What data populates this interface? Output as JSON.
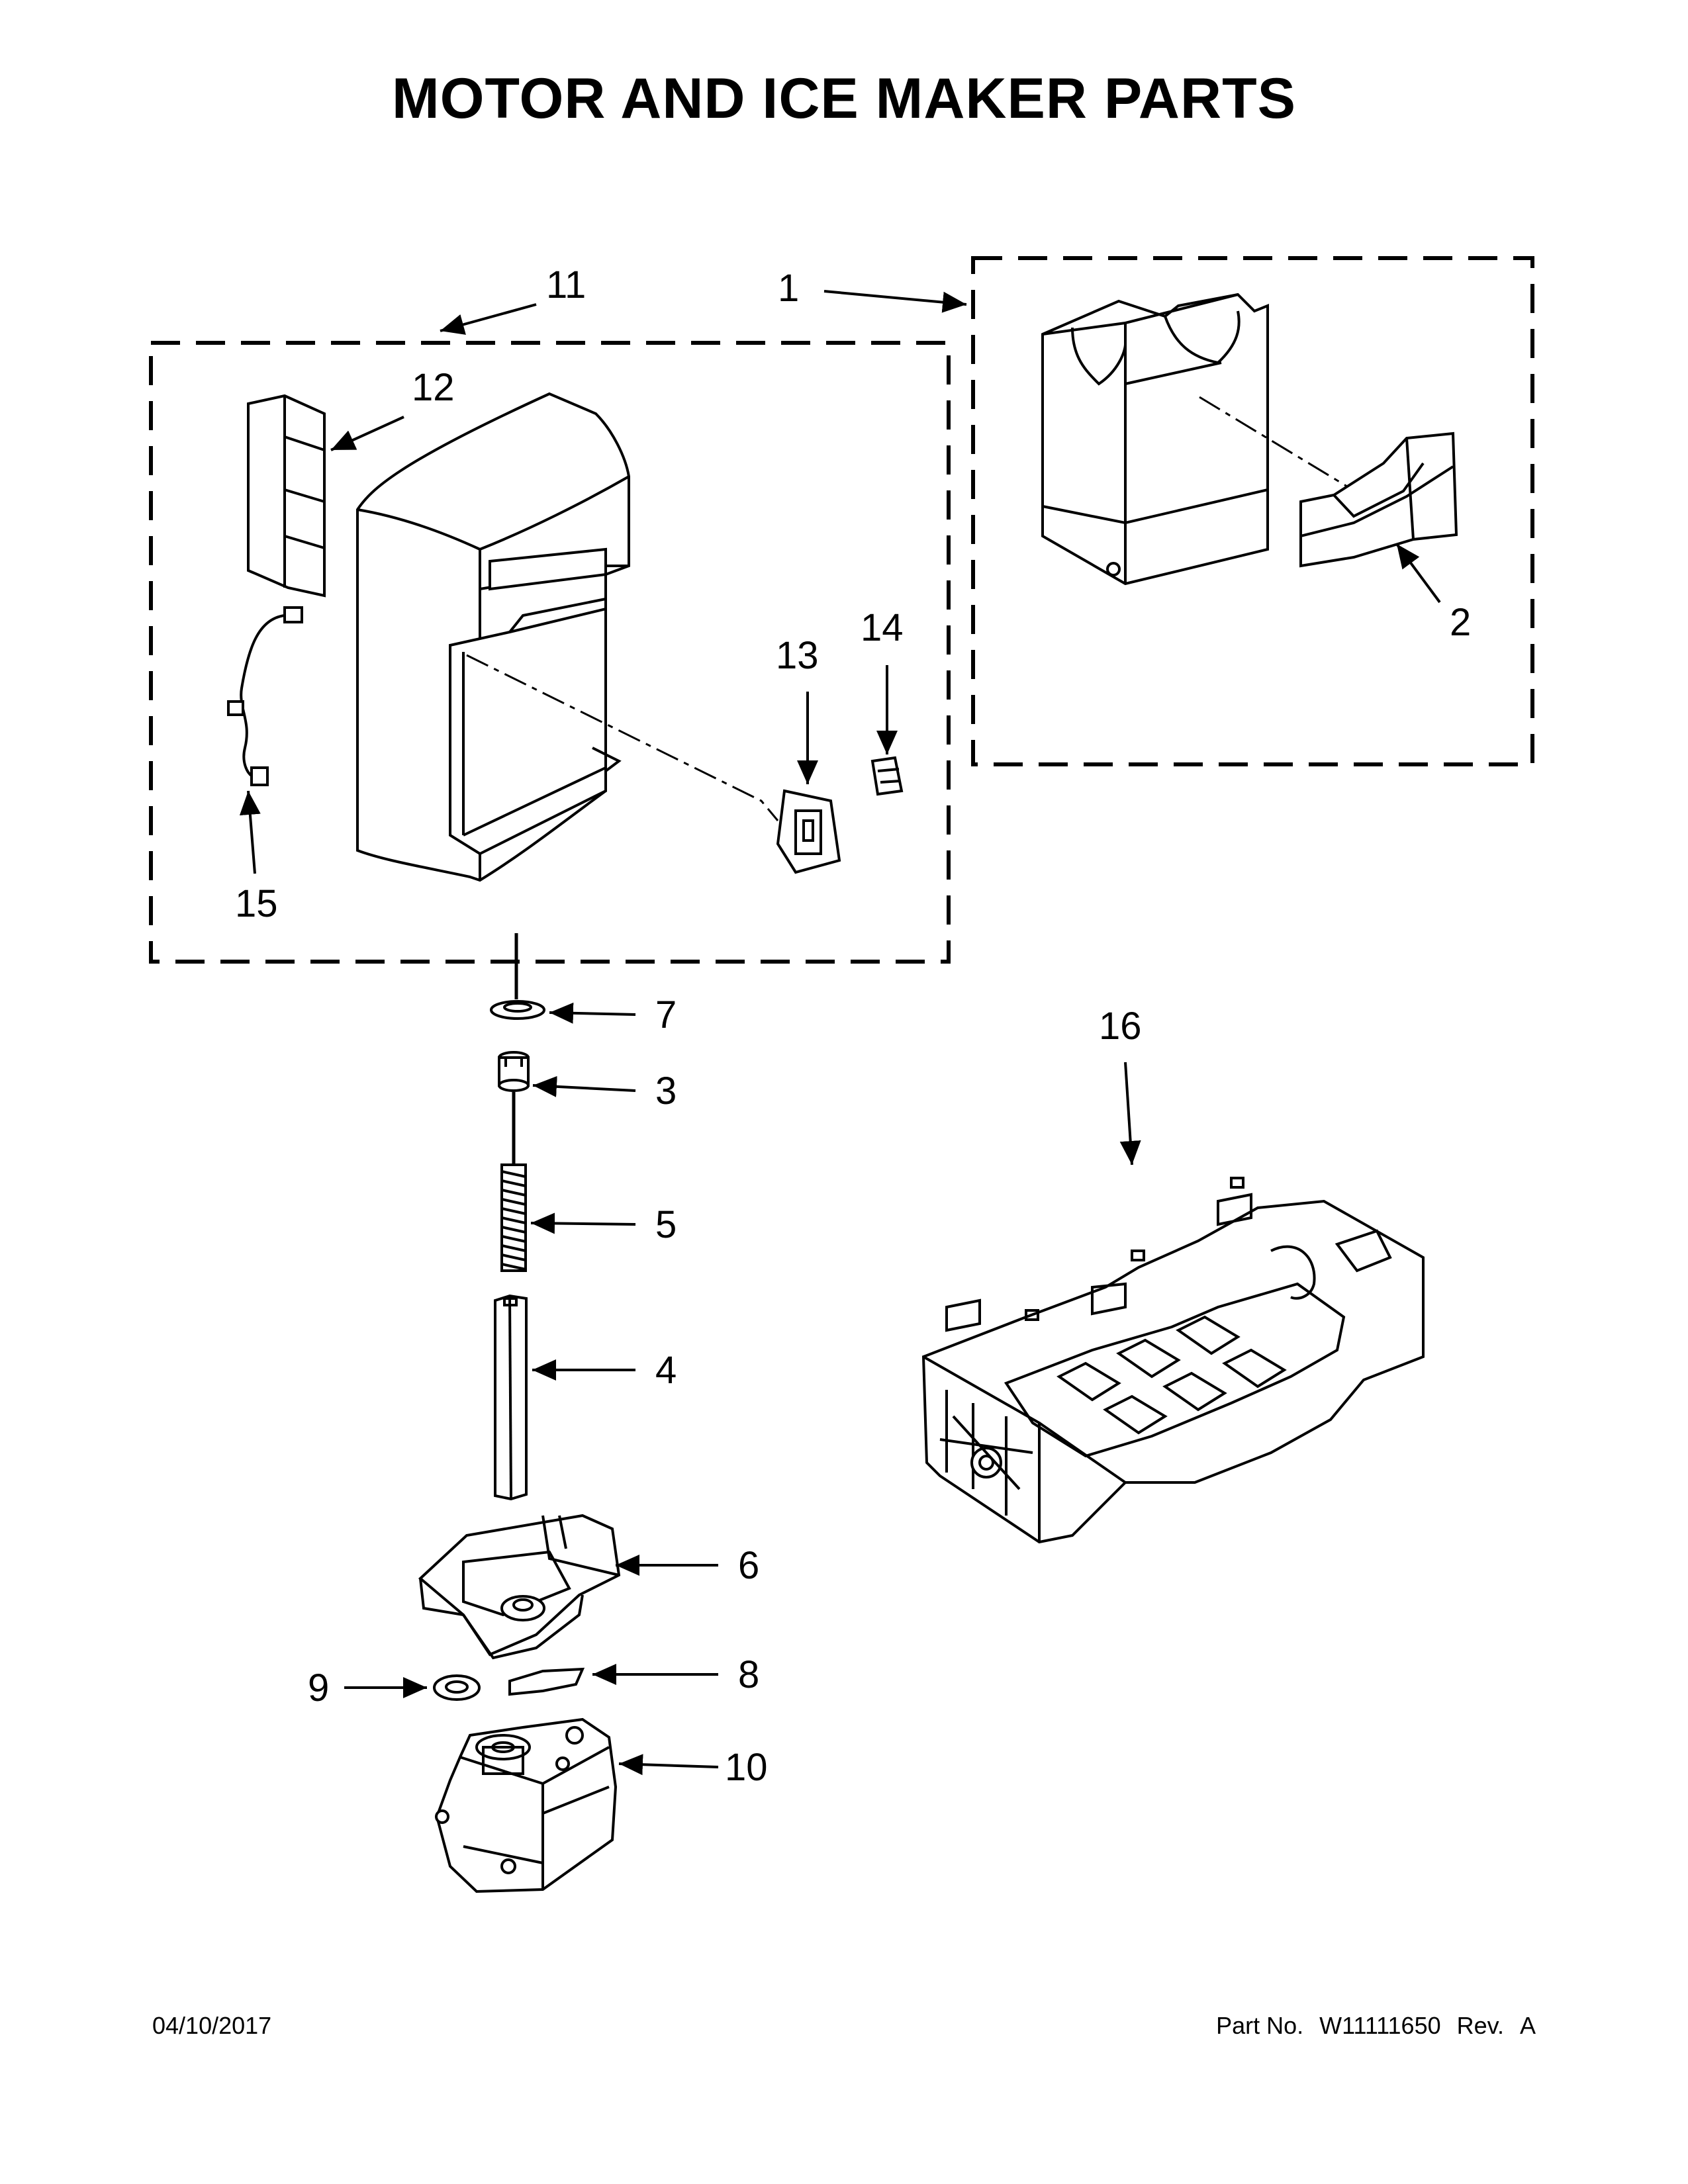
{
  "page": {
    "title": "MOTOR AND ICE MAKER PARTS",
    "date": "04/10/2017",
    "part_no_label": "Part No.",
    "part_no": "W11111650",
    "rev_label": "Rev.",
    "rev": "A"
  },
  "callouts": {
    "c1": "1",
    "c2": "2",
    "c3": "3",
    "c4": "4",
    "c5": "5",
    "c6": "6",
    "c7": "7",
    "c8": "8",
    "c9": "9",
    "c10": "10",
    "c11": "11",
    "c12": "12",
    "c13": "13",
    "c14": "14",
    "c15": "15",
    "c16": "16"
  }
}
